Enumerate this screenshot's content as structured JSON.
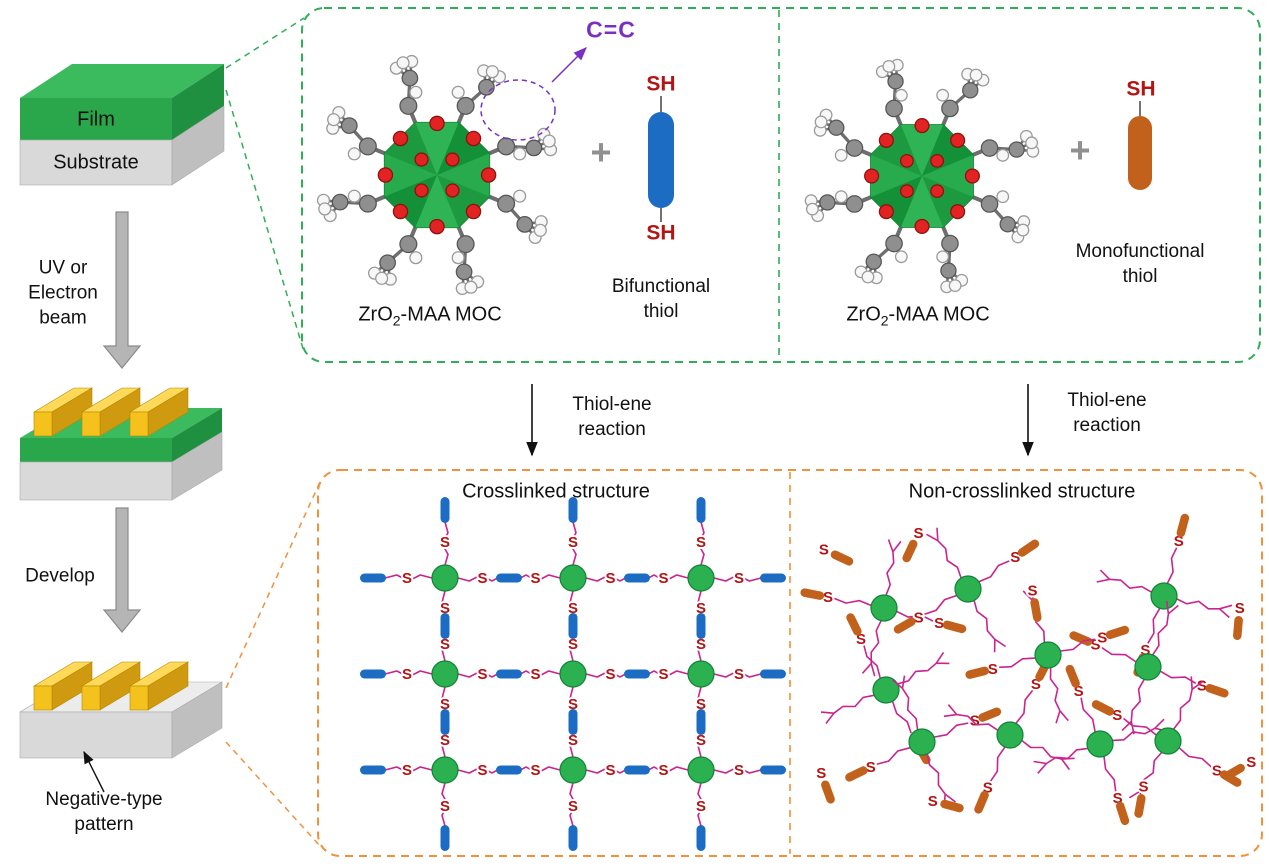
{
  "left_flow": {
    "film_label": "Film",
    "substrate_label": "Substrate",
    "uv_label_lines": [
      "UV or",
      "Electron",
      "beam"
    ],
    "develop_label": "Develop",
    "negative_pattern_lines": [
      "Negative-type",
      "pattern"
    ]
  },
  "top_panel": {
    "cc_label": "C=C",
    "left": {
      "moc_prefix": "ZrO",
      "moc_sub": "2",
      "moc_suffix": "-MAA MOC",
      "plus": "+",
      "sh_top": "SH",
      "sh_bottom": "SH",
      "thiol_lines": [
        "Bifunctional",
        "thiol"
      ]
    },
    "right": {
      "moc_prefix": "ZrO",
      "moc_sub": "2",
      "moc_suffix": "-MAA MOC",
      "plus": "+",
      "sh_top": "SH",
      "thiol_lines": [
        "Monofunctional",
        "thiol"
      ]
    }
  },
  "reactions": {
    "left_lines": [
      "Thiol-ene",
      "reaction"
    ],
    "right_lines": [
      "Thiol-ene",
      "reaction"
    ]
  },
  "bottom_panel": {
    "crosslinked_title": "Crosslinked structure",
    "noncrosslinked_title": "Non-crosslinked structure",
    "sulfur_label": "S"
  },
  "colors": {
    "film_green": "#2cab4d",
    "panel_green": "#2fae53",
    "panel_orange": "#f0913c",
    "linker_magenta": "#c9248f",
    "node_green": "#2bb14f",
    "capsule_blue": "#1b6cc2",
    "capsule_orange": "#c2611c",
    "sh_red": "#b41414",
    "cc_purple": "#7a2fc2",
    "arrow_gray": "#b5b5b5"
  }
}
